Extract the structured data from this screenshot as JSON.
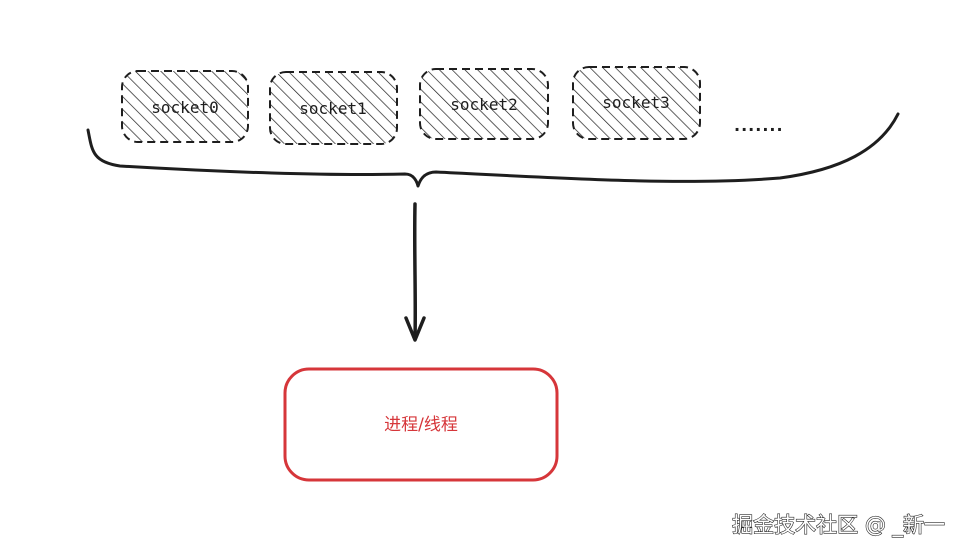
{
  "sockets": [
    "socket0",
    "socket1",
    "socket2",
    "socket3"
  ],
  "more": ".......",
  "process": {
    "label": "进程/线程",
    "stroke_color": "#d6363a"
  },
  "watermark": "掘金技术社区 @ _新一",
  "colors": {
    "ink": "#1e1e1e",
    "accent": "#d6363a"
  }
}
